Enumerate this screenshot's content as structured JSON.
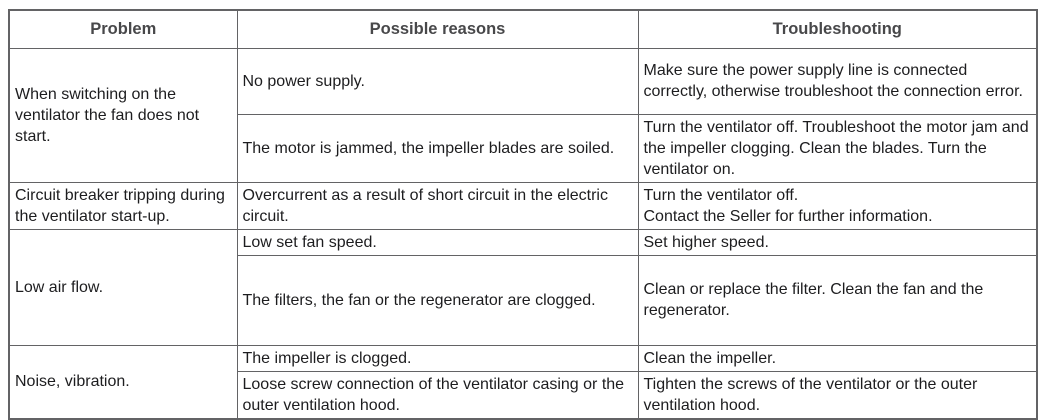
{
  "table": {
    "columns": [
      "Problem",
      "Possible reasons",
      "Troubleshooting"
    ],
    "rows": [
      {
        "problem": "When switching on the ventilator the fan does not start.",
        "items": [
          {
            "reason": "No power supply.",
            "fix": "Make sure the power supply line is connected correctly, otherwise troubleshoot the connection error."
          },
          {
            "reason": "The motor is jammed, the impeller blades are soiled.",
            "fix": "Turn the ventilator off. Troubleshoot the motor jam and the impeller clogging. Clean the blades. Turn the ventilator on."
          }
        ]
      },
      {
        "problem": "Circuit breaker tripping during the ventilator start-up.",
        "items": [
          {
            "reason": "Overcurrent as a result of short circuit in the electric circuit.",
            "fix": "Turn the ventilator off.\nContact the Seller for further information."
          }
        ]
      },
      {
        "problem": "Low air flow.",
        "items": [
          {
            "reason": "Low set fan speed.",
            "fix": "Set higher speed."
          },
          {
            "reason": "The filters, the fan or the regenerator are clogged.",
            "fix": "Clean or replace the filter. Clean the fan and the regenerator."
          }
        ]
      },
      {
        "problem": "Noise, vibration.",
        "items": [
          {
            "reason": "The impeller is clogged.",
            "fix": "Clean the impeller."
          },
          {
            "reason": "Loose screw connection of the ventilator casing or the outer ventilation hood.",
            "fix": "Tighten the screws of the ventilator or the outer ventilation hood."
          }
        ]
      }
    ]
  },
  "colors": {
    "border": "#636365",
    "body_text": "#1d1d1f",
    "header_text": "#48484a",
    "background": "#ffffff"
  }
}
